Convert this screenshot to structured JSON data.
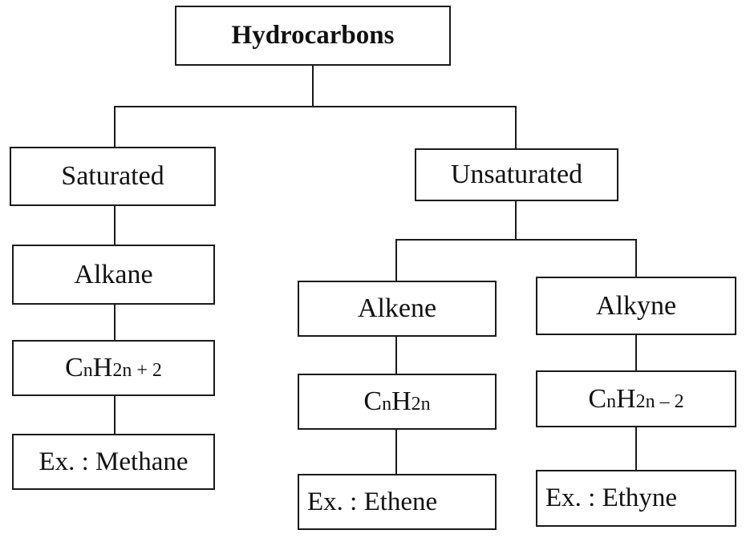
{
  "root": {
    "label": "Hydrocarbons"
  },
  "saturated": {
    "label": "Saturated",
    "alkane": {
      "label": "Alkane",
      "formula": {
        "c": "C",
        "c_sub": "n",
        "h": "H",
        "h_sub": "2n + 2"
      },
      "example": "Ex. : Methane"
    }
  },
  "unsaturated": {
    "label": "Unsaturated",
    "alkene": {
      "label": "Alkene",
      "formula": {
        "c": "C",
        "c_sub": "n",
        "h": "H",
        "h_sub": "2n"
      },
      "example": "Ex. : Ethene"
    },
    "alkyne": {
      "label": "Alkyne",
      "formula": {
        "c": "C",
        "c_sub": "n",
        "h": "H",
        "h_sub": "2n – 2"
      },
      "example": "Ex. : Ethyne"
    }
  }
}
